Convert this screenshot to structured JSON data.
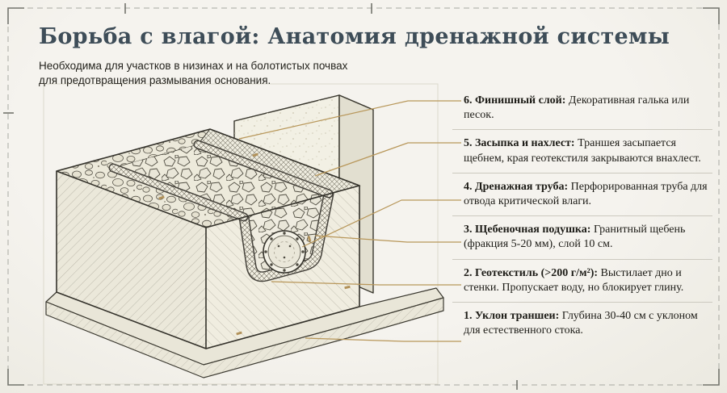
{
  "header": {
    "title": "Борьба с влагой: Анатомия дренажной системы",
    "subtitle_line1": "Необходима для участков в низинах и на болотистых почвах",
    "subtitle_line2": "для предотвращения размывания основания."
  },
  "annotations": [
    {
      "label": "6. Финишный слой:",
      "text": "Декоративная галька или песок."
    },
    {
      "label": "5. Засыпка и нахлест:",
      "text": "Траншея засыпается щебнем, края геотекстиля закрываются внахлест."
    },
    {
      "label": "4. Дренажная труба:",
      "text": "Перфорированная труба для отвода критической влаги."
    },
    {
      "label": "3. Щебеночная подушка:",
      "text": "Гранитный щебень (фракция 5-20 мм), слой 10 см."
    },
    {
      "label": "2. Геотекстиль (>200 г/м²):",
      "text": "Выстилает дно и стенки. Пропускает воду, но блокирует глину."
    },
    {
      "label": "1. Уклон траншеи:",
      "text": "Глубина 30-40 см с уклоном для естественного стока."
    }
  ],
  "colors": {
    "background": "#f2f0ea",
    "title": "#3e4d58",
    "text": "#1d1c17",
    "leader_gold": "#b8975a",
    "line_dark": "#34322b",
    "separator": "#ccc9bf"
  }
}
